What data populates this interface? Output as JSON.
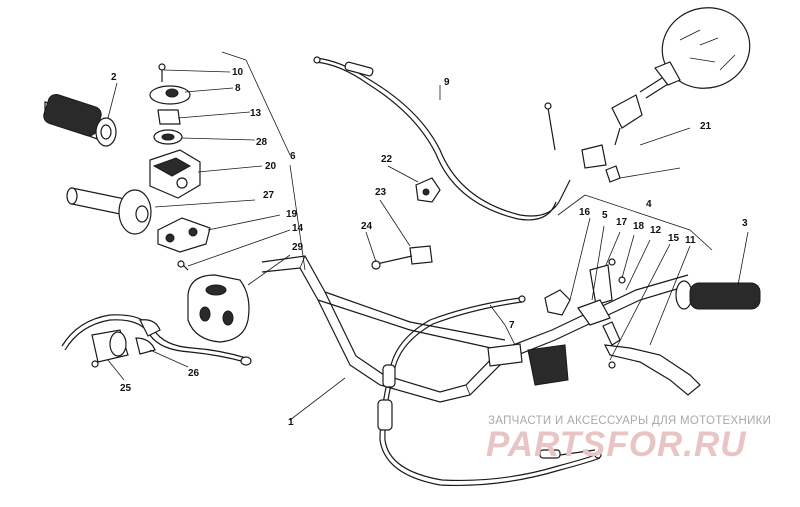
{
  "diagram": {
    "callouts": [
      "1",
      "2",
      "3",
      "4",
      "5",
      "6",
      "7",
      "8",
      "9",
      "10",
      "11",
      "12",
      "13",
      "14",
      "15",
      "16",
      "17",
      "18",
      "19",
      "20",
      "21",
      "22",
      "23",
      "24",
      "25",
      "26",
      "27",
      "28",
      "29"
    ]
  },
  "watermark": {
    "tagline": "ЗАПЧАСТИ И АКСЕССУАРЫ ДЛЯ МОТОТЕХНИКИ",
    "logo": "PARTSFOR.RU"
  },
  "colors": {
    "line": "#1a1a1a",
    "watermark_text": "#a9a9a9",
    "watermark_logo": "#e9c4c4"
  }
}
